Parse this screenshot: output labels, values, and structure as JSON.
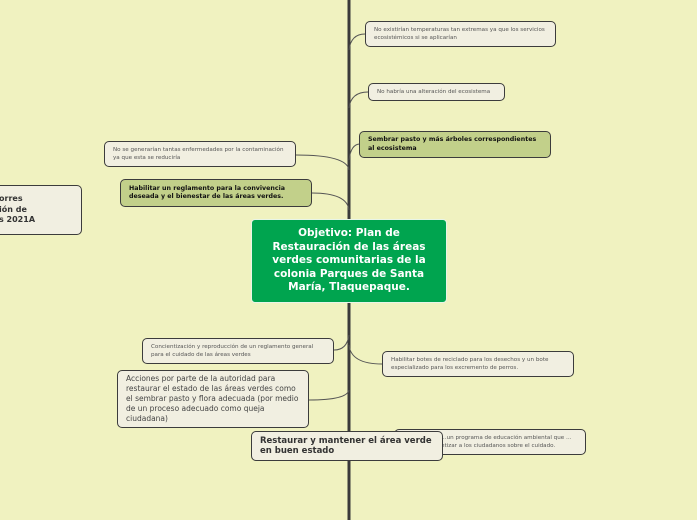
{
  "center": {
    "title": "Objetivo: Plan de Restauración de las áreas verdes comunitarias de la colonia Parques de Santa María, Tlaquepaque."
  },
  "left_partial": {
    "lines": [
      "orres",
      "ión de",
      "s 2021A"
    ]
  },
  "nodes": {
    "n1": "No existirían temperaturas tan extremas ya que los servicios ecosistémicos si se aplicarían",
    "n2": "No habría una alteración del ecosistema",
    "n3": "Sembrar pasto y más árboles correspondientes al ecosistema",
    "n4": "No se generarían tantas enfermedades por la contaminación ya que esta se reduciría",
    "n5": "Habilitar un reglamento para la convivencia deseada y el bienestar de las áreas verdes.",
    "n6": "Concientización y reproducción de un reglamento general para el cuidado de las áreas verdes",
    "n7": "Habilitar botes de reciclado para los desechos y un bote especializado para los excremento de perros.",
    "n8": "Acciones por parte de la autoridad para restaurar el estado de las áreas verdes como el sembrar pasto y flora adecuada (por medio de un proceso adecuado como queja ciudadana)",
    "n9": "…un programa de educación ambiental que …ntizar a los ciudadanos sobre el cuidado.",
    "n10": "Restaurar y mantener el área verde en buen estado"
  }
}
